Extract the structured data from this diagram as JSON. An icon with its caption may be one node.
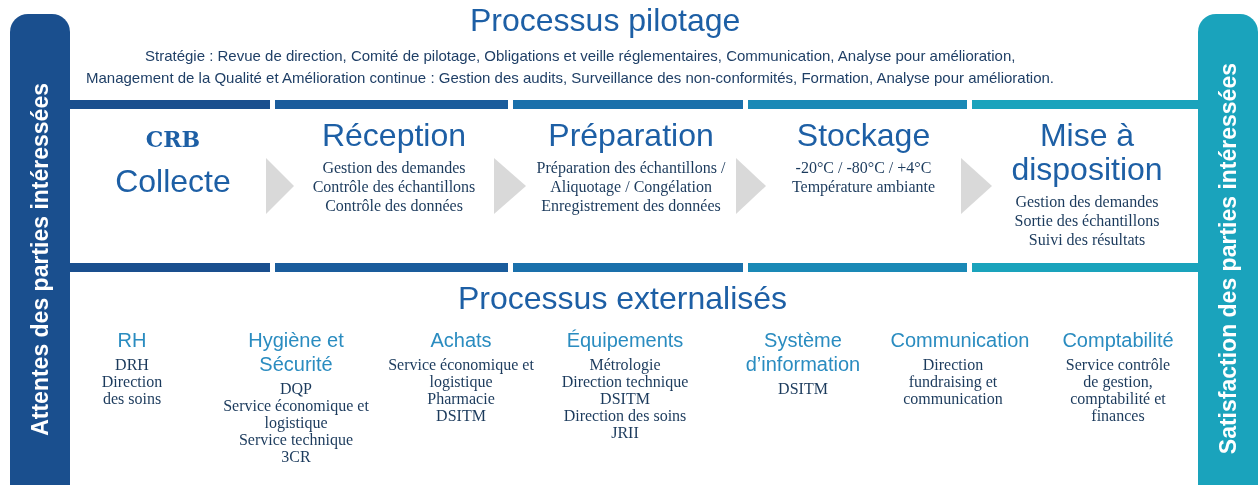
{
  "diagram": {
    "nodes": [
      {
        "text": [
          "Attentes des parties intéressées"
        ]
      },
      {
        "text": [
          "Satisfaction des parties intéressées"
        ]
      },
      {
        "text": [
          "CRB",
          "Collecte"
        ]
      },
      {
        "text": [
          "Réception",
          "Gestion des demandes",
          "Contrôle des échantillons",
          "Contrôle des données"
        ]
      },
      {
        "text": [
          "Préparation",
          "Préparation des échantillons / Aliquotage / Congélation",
          "Enregistrement des données"
        ]
      },
      {
        "text": [
          "Stockage",
          "-20°C / -80°C / +4°C",
          "Température ambiante"
        ]
      },
      {
        "text": [
          "Mise à disposition",
          "Gestion des demandes",
          "Sortie des échantillons",
          "Suivi des résultats"
        ]
      }
    ],
    "edges": [
      {
        "from": 2,
        "to": 3,
        "arrow": "to"
      },
      {
        "from": 3,
        "to": 4,
        "arrow": "to"
      },
      {
        "from": 4,
        "to": 5,
        "arrow": "to"
      },
      {
        "from": 5,
        "to": 6,
        "arrow": "to"
      }
    ],
    "labels": [
      "Processus pilotage",
      "Stratégie : Revue de direction, Comité de pilotage, Obligations et veille réglementaires, Communication, Analyse pour amélioration,",
      "Management de la Qualité et Amélioration continue : Gestion des audits, Surveillance des non-conformités, Formation, Analyse pour amélioration.",
      "Processus externalisés",
      "RH",
      "DRH",
      "Direction des soins",
      "Hygiène et Sécurité",
      "DQP",
      "Service économique et logistique",
      "Service technique",
      "3CR",
      "Achats",
      "Service économique et logistique",
      "Pharmacie",
      "DSITM",
      "Équipements",
      "Métrologie",
      "Direction technique",
      "DSITM",
      "Direction des soins",
      "JRII",
      "Système d’information",
      "DSITM",
      "Communication",
      "Direction fundraising et communication",
      "Comptabilité",
      "Service contrôle de gestion, comptabilité et finances"
    ]
  }
}
